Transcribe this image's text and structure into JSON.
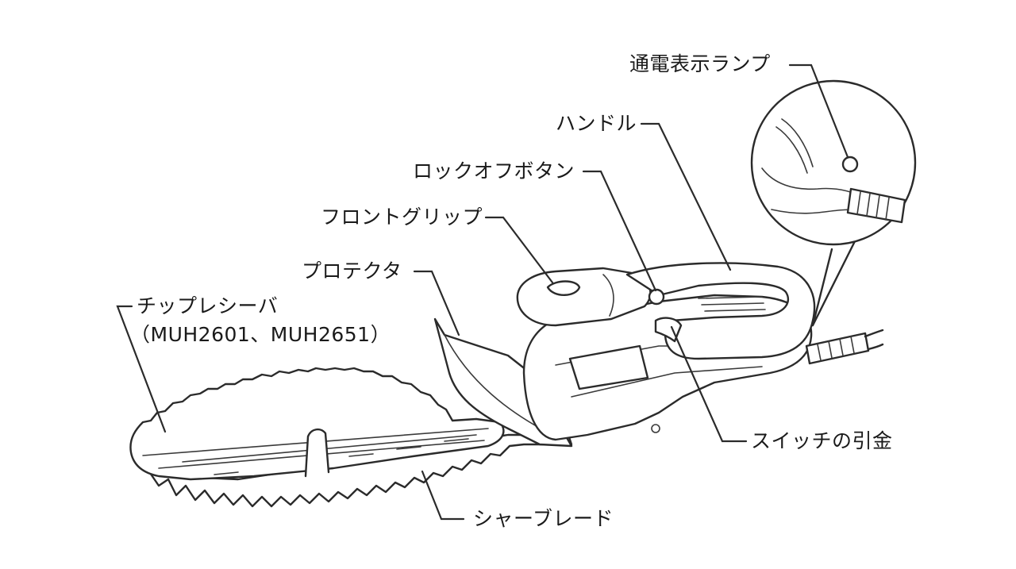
{
  "labels": {
    "power_lamp": "通電表示ランプ",
    "handle": "ハンドル",
    "lock_off_button": "ロックオフボタン",
    "front_grip": "フロントグリップ",
    "protector": "プロテクタ",
    "chip_receiver": "チップレシーバ",
    "chip_receiver_models": "（MUH2601、MUH2651）",
    "switch_trigger": "スイッチの引金",
    "shear_blade": "シャーブレード"
  }
}
